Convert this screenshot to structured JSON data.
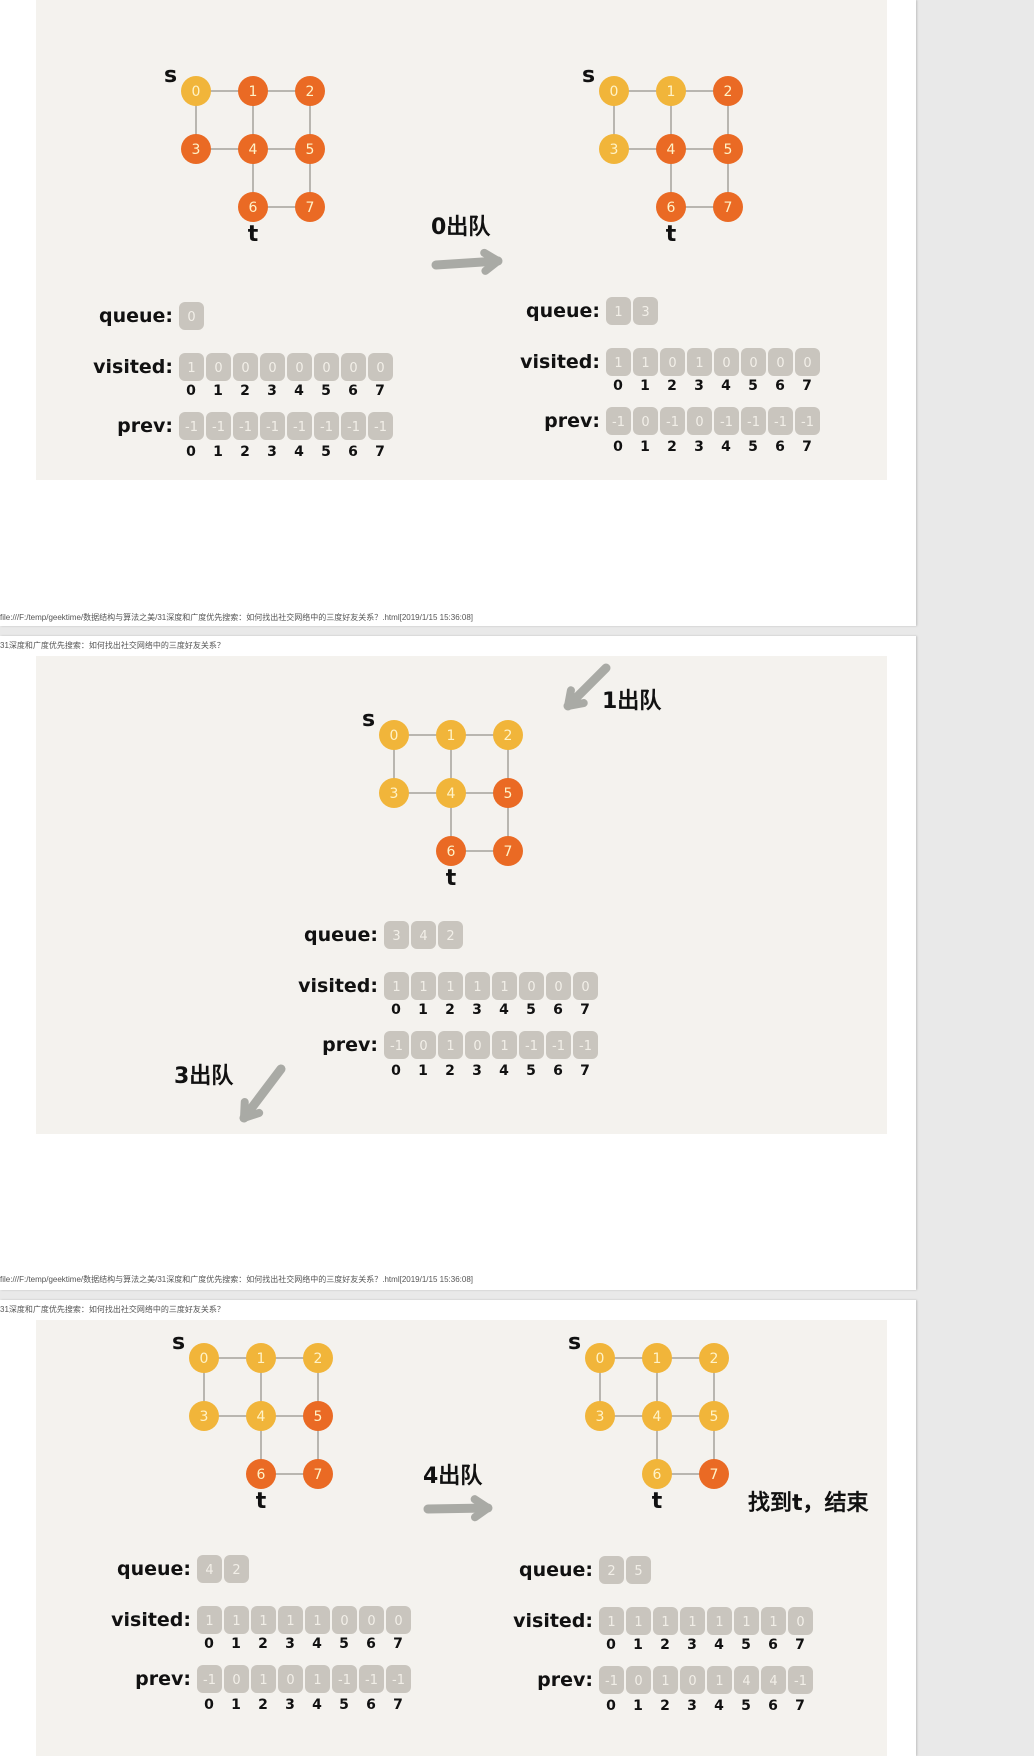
{
  "pages": [
    {
      "header": "",
      "footer": "file:///F:/temp/geektime/数据结构与算法之美/31深度和广度优先搜索：如何找出社交网络中的三度好友关系？.html[2019/1/15 15:36:08]",
      "figures": [
        {
          "title": "",
          "s_label": "s",
          "t_label": "t",
          "orange_nodes": [
            "1",
            "2",
            "3",
            "4",
            "5",
            "6",
            "7"
          ],
          "queue_label": "queue:",
          "queue": [
            "0"
          ],
          "visited_label": "visited:",
          "visited": [
            "1",
            "0",
            "0",
            "0",
            "0",
            "0",
            "0",
            "0"
          ],
          "prev_label": "prev:",
          "prev": [
            "-1",
            "-1",
            "-1",
            "-1",
            "-1",
            "-1",
            "-1",
            "-1"
          ],
          "indices": [
            "0",
            "1",
            "2",
            "3",
            "4",
            "5",
            "6",
            "7"
          ]
        },
        {
          "title": "0出队",
          "s_label": "s",
          "t_label": "t",
          "orange_nodes": [
            "2",
            "4",
            "5",
            "6",
            "7"
          ],
          "queue_label": "queue:",
          "queue": [
            "1",
            "3"
          ],
          "visited_label": "visited:",
          "visited": [
            "1",
            "1",
            "0",
            "1",
            "0",
            "0",
            "0",
            "0"
          ],
          "prev_label": "prev:",
          "prev": [
            "-1",
            "0",
            "-1",
            "0",
            "-1",
            "-1",
            "-1",
            "-1"
          ],
          "indices": [
            "0",
            "1",
            "2",
            "3",
            "4",
            "5",
            "6",
            "7"
          ]
        }
      ]
    },
    {
      "header": "31深度和广度优先搜索：如何找出社交网络中的三度好友关系？",
      "footer": "file:///F:/temp/geektime/数据结构与算法之美/31深度和广度优先搜索：如何找出社交网络中的三度好友关系？.html[2019/1/15 15:36:08]",
      "figures": [
        {
          "title": "1出队",
          "title2": "3出队",
          "s_label": "s",
          "t_label": "t",
          "orange_nodes": [
            "5",
            "6",
            "7"
          ],
          "queue_label": "queue:",
          "queue": [
            "3",
            "4",
            "2"
          ],
          "visited_label": "visited:",
          "visited": [
            "1",
            "1",
            "1",
            "1",
            "1",
            "0",
            "0",
            "0"
          ],
          "prev_label": "prev:",
          "prev": [
            "-1",
            "0",
            "1",
            "0",
            "1",
            "-1",
            "-1",
            "-1"
          ],
          "indices": [
            "0",
            "1",
            "2",
            "3",
            "4",
            "5",
            "6",
            "7"
          ]
        }
      ]
    },
    {
      "header": "31深度和广度优先搜索：如何找出社交网络中的三度好友关系？",
      "figures": [
        {
          "title": "",
          "s_label": "s",
          "t_label": "t",
          "orange_nodes": [
            "5",
            "6",
            "7"
          ],
          "queue_label": "queue:",
          "queue": [
            "4",
            "2"
          ],
          "visited_label": "visited:",
          "visited": [
            "1",
            "1",
            "1",
            "1",
            "1",
            "0",
            "0",
            "0"
          ],
          "prev_label": "prev:",
          "prev": [
            "-1",
            "0",
            "1",
            "0",
            "1",
            "-1",
            "-1",
            "-1"
          ],
          "indices": [
            "0",
            "1",
            "2",
            "3",
            "4",
            "5",
            "6",
            "7"
          ]
        },
        {
          "title": "4出队",
          "note": "找到t，结束",
          "s_label": "s",
          "t_label": "t",
          "orange_nodes": [
            "7"
          ],
          "queue_label": "queue:",
          "queue": [
            "2",
            "5"
          ],
          "visited_label": "visited:",
          "visited": [
            "1",
            "1",
            "1",
            "1",
            "1",
            "1",
            "1",
            "0"
          ],
          "prev_label": "prev:",
          "prev": [
            "-1",
            "0",
            "1",
            "0",
            "1",
            "4",
            "4",
            "-1"
          ],
          "indices": [
            "0",
            "1",
            "2",
            "3",
            "4",
            "5",
            "6",
            "7"
          ]
        }
      ]
    }
  ],
  "colors": {
    "yellow": "#f1b53a",
    "orange": "#ea6a24",
    "cell": "#c9c5be",
    "figure_bg": "#f4f2ee",
    "arrow": "#a9aaa5"
  }
}
